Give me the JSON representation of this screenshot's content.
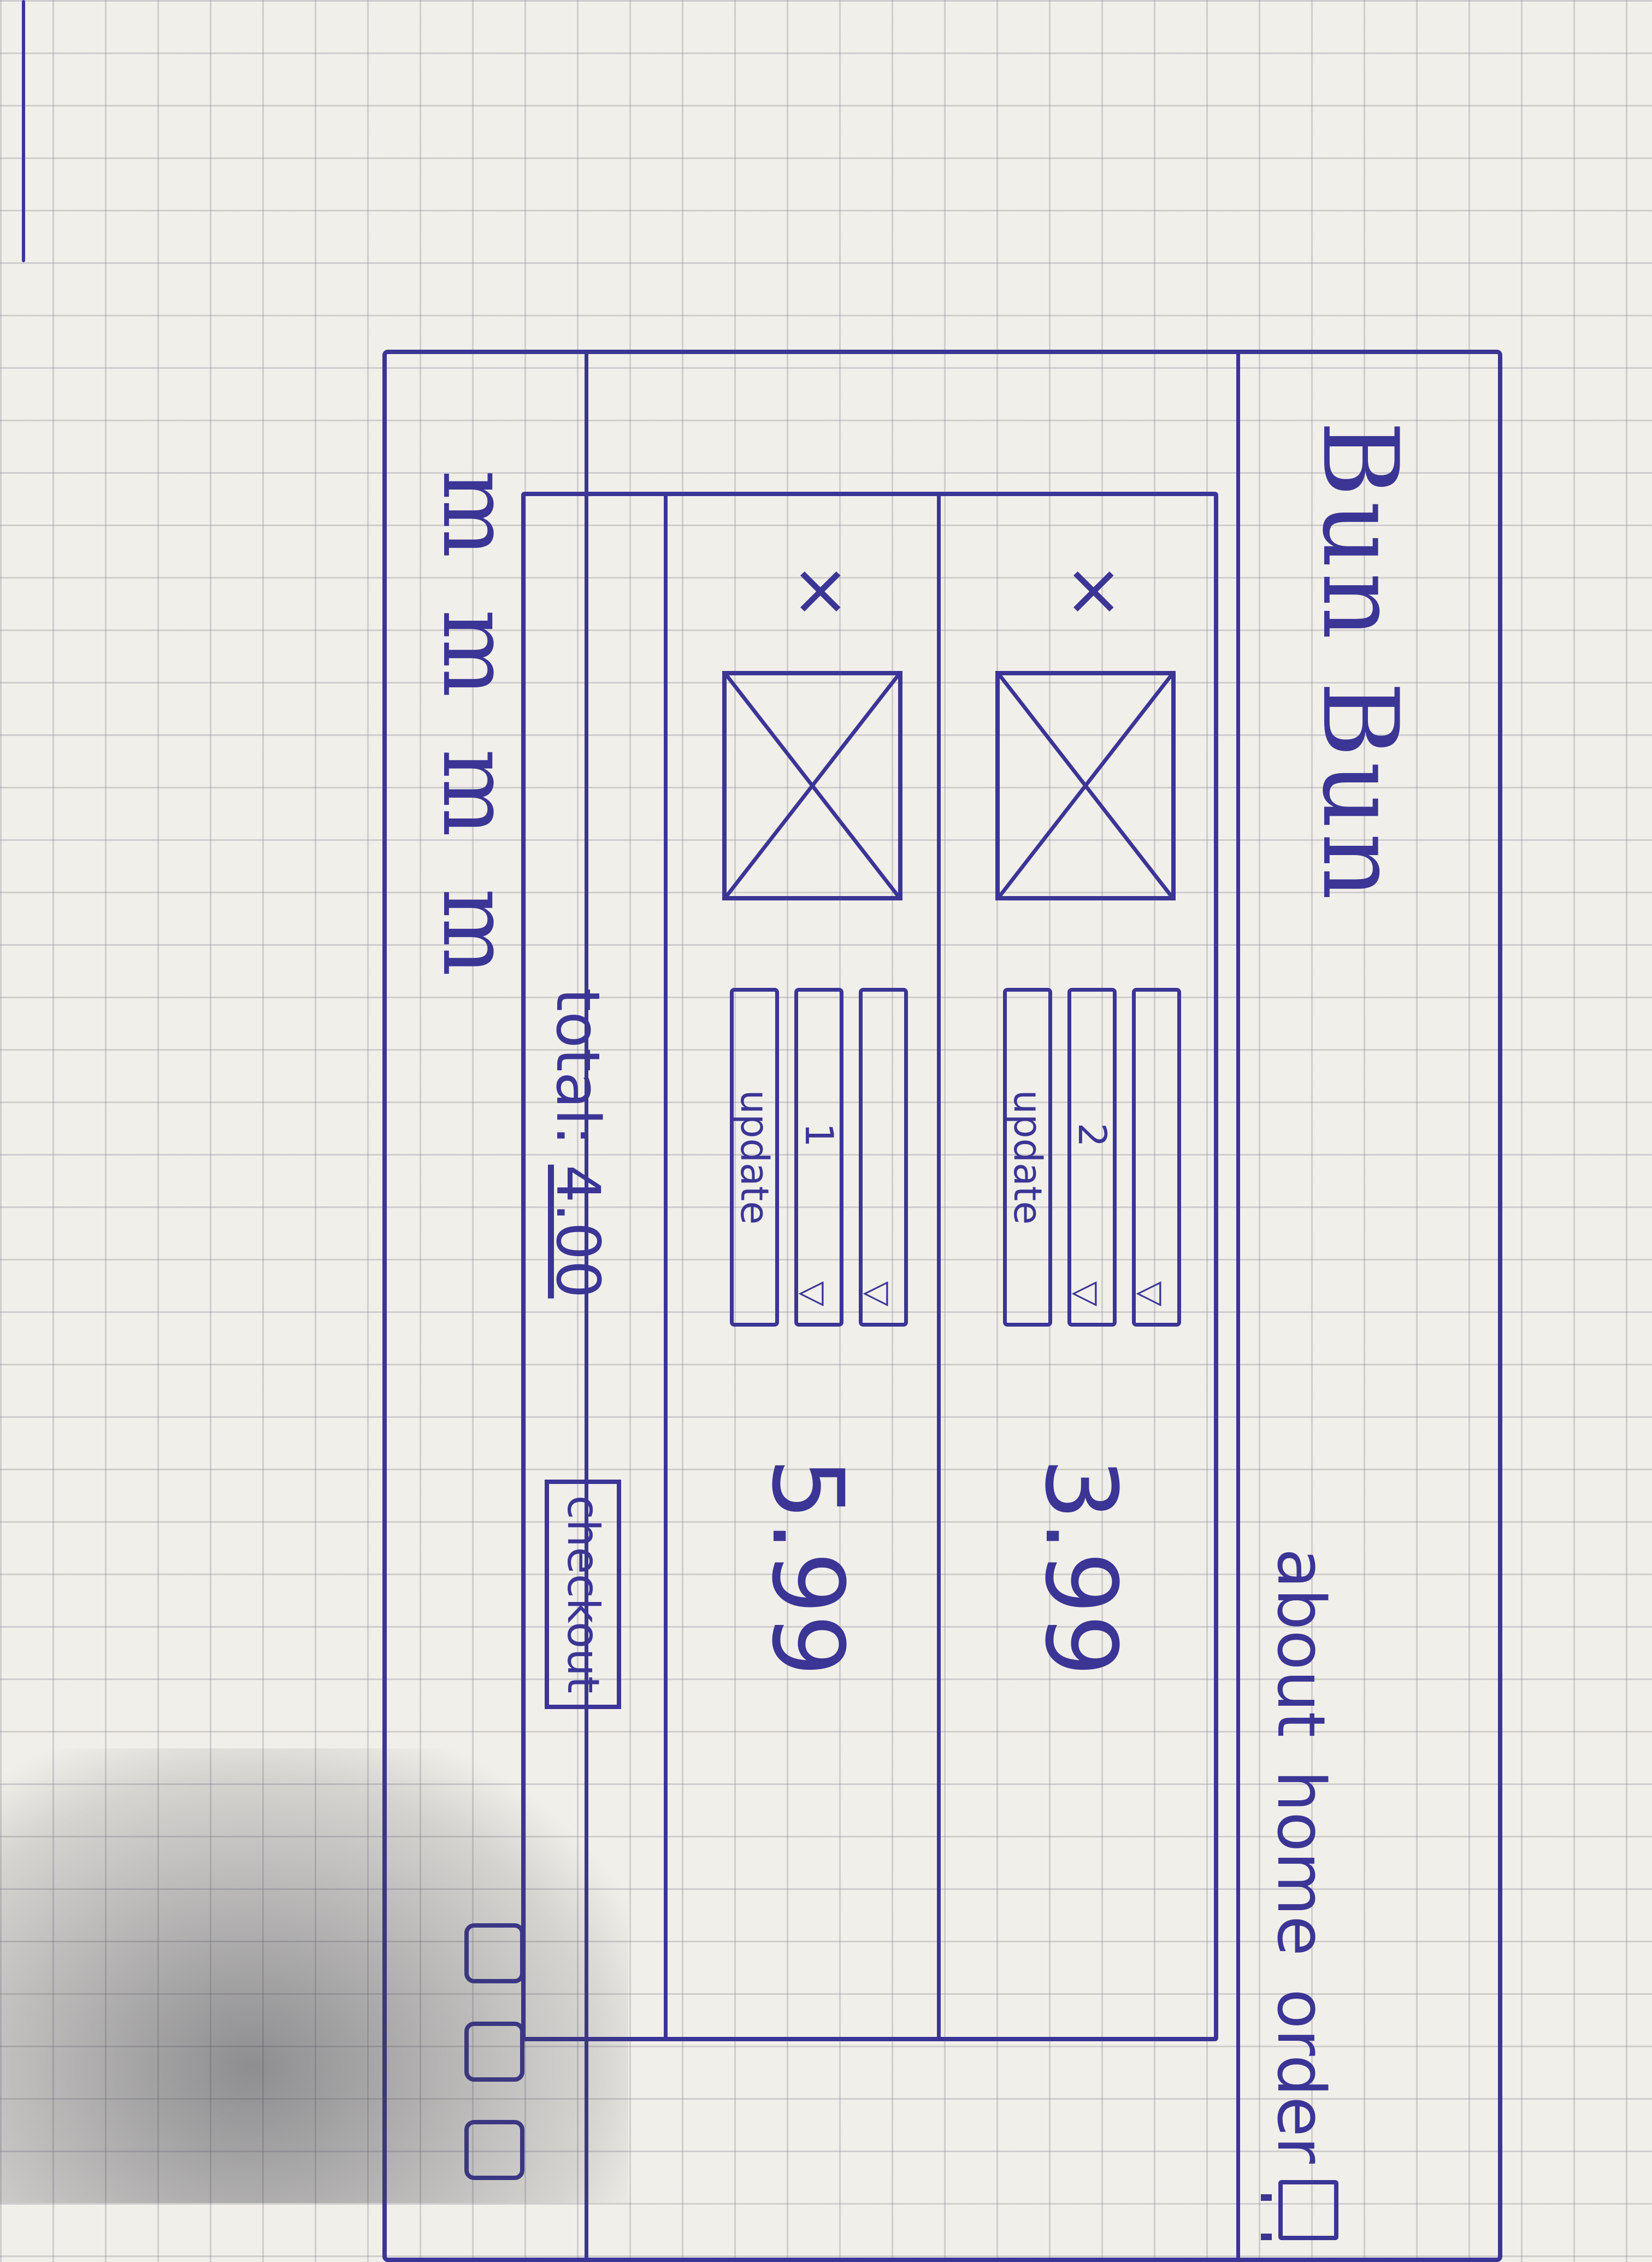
{
  "header": {
    "brand": "Bun Bun",
    "nav": [
      "about",
      "home",
      "order"
    ],
    "cart_icon": "cart-icon"
  },
  "cart": {
    "items": [
      {
        "remove_icon": "×",
        "image": "image-placeholder",
        "option_1": "",
        "quantity": "2",
        "update_label": "update",
        "price": "3.99"
      },
      {
        "remove_icon": "×",
        "image": "image-placeholder",
        "option_1": "",
        "quantity": "1",
        "update_label": "update",
        "price": "5.99"
      }
    ],
    "total_label": "total:",
    "total_value": "4.00",
    "checkout_label": "checkout"
  },
  "footer": {
    "text": "m m m m",
    "social_icons": [
      "social-icon",
      "social-icon",
      "social-icon"
    ]
  },
  "colors": {
    "ink": "#3b3596",
    "paper": "#f1efe9"
  }
}
